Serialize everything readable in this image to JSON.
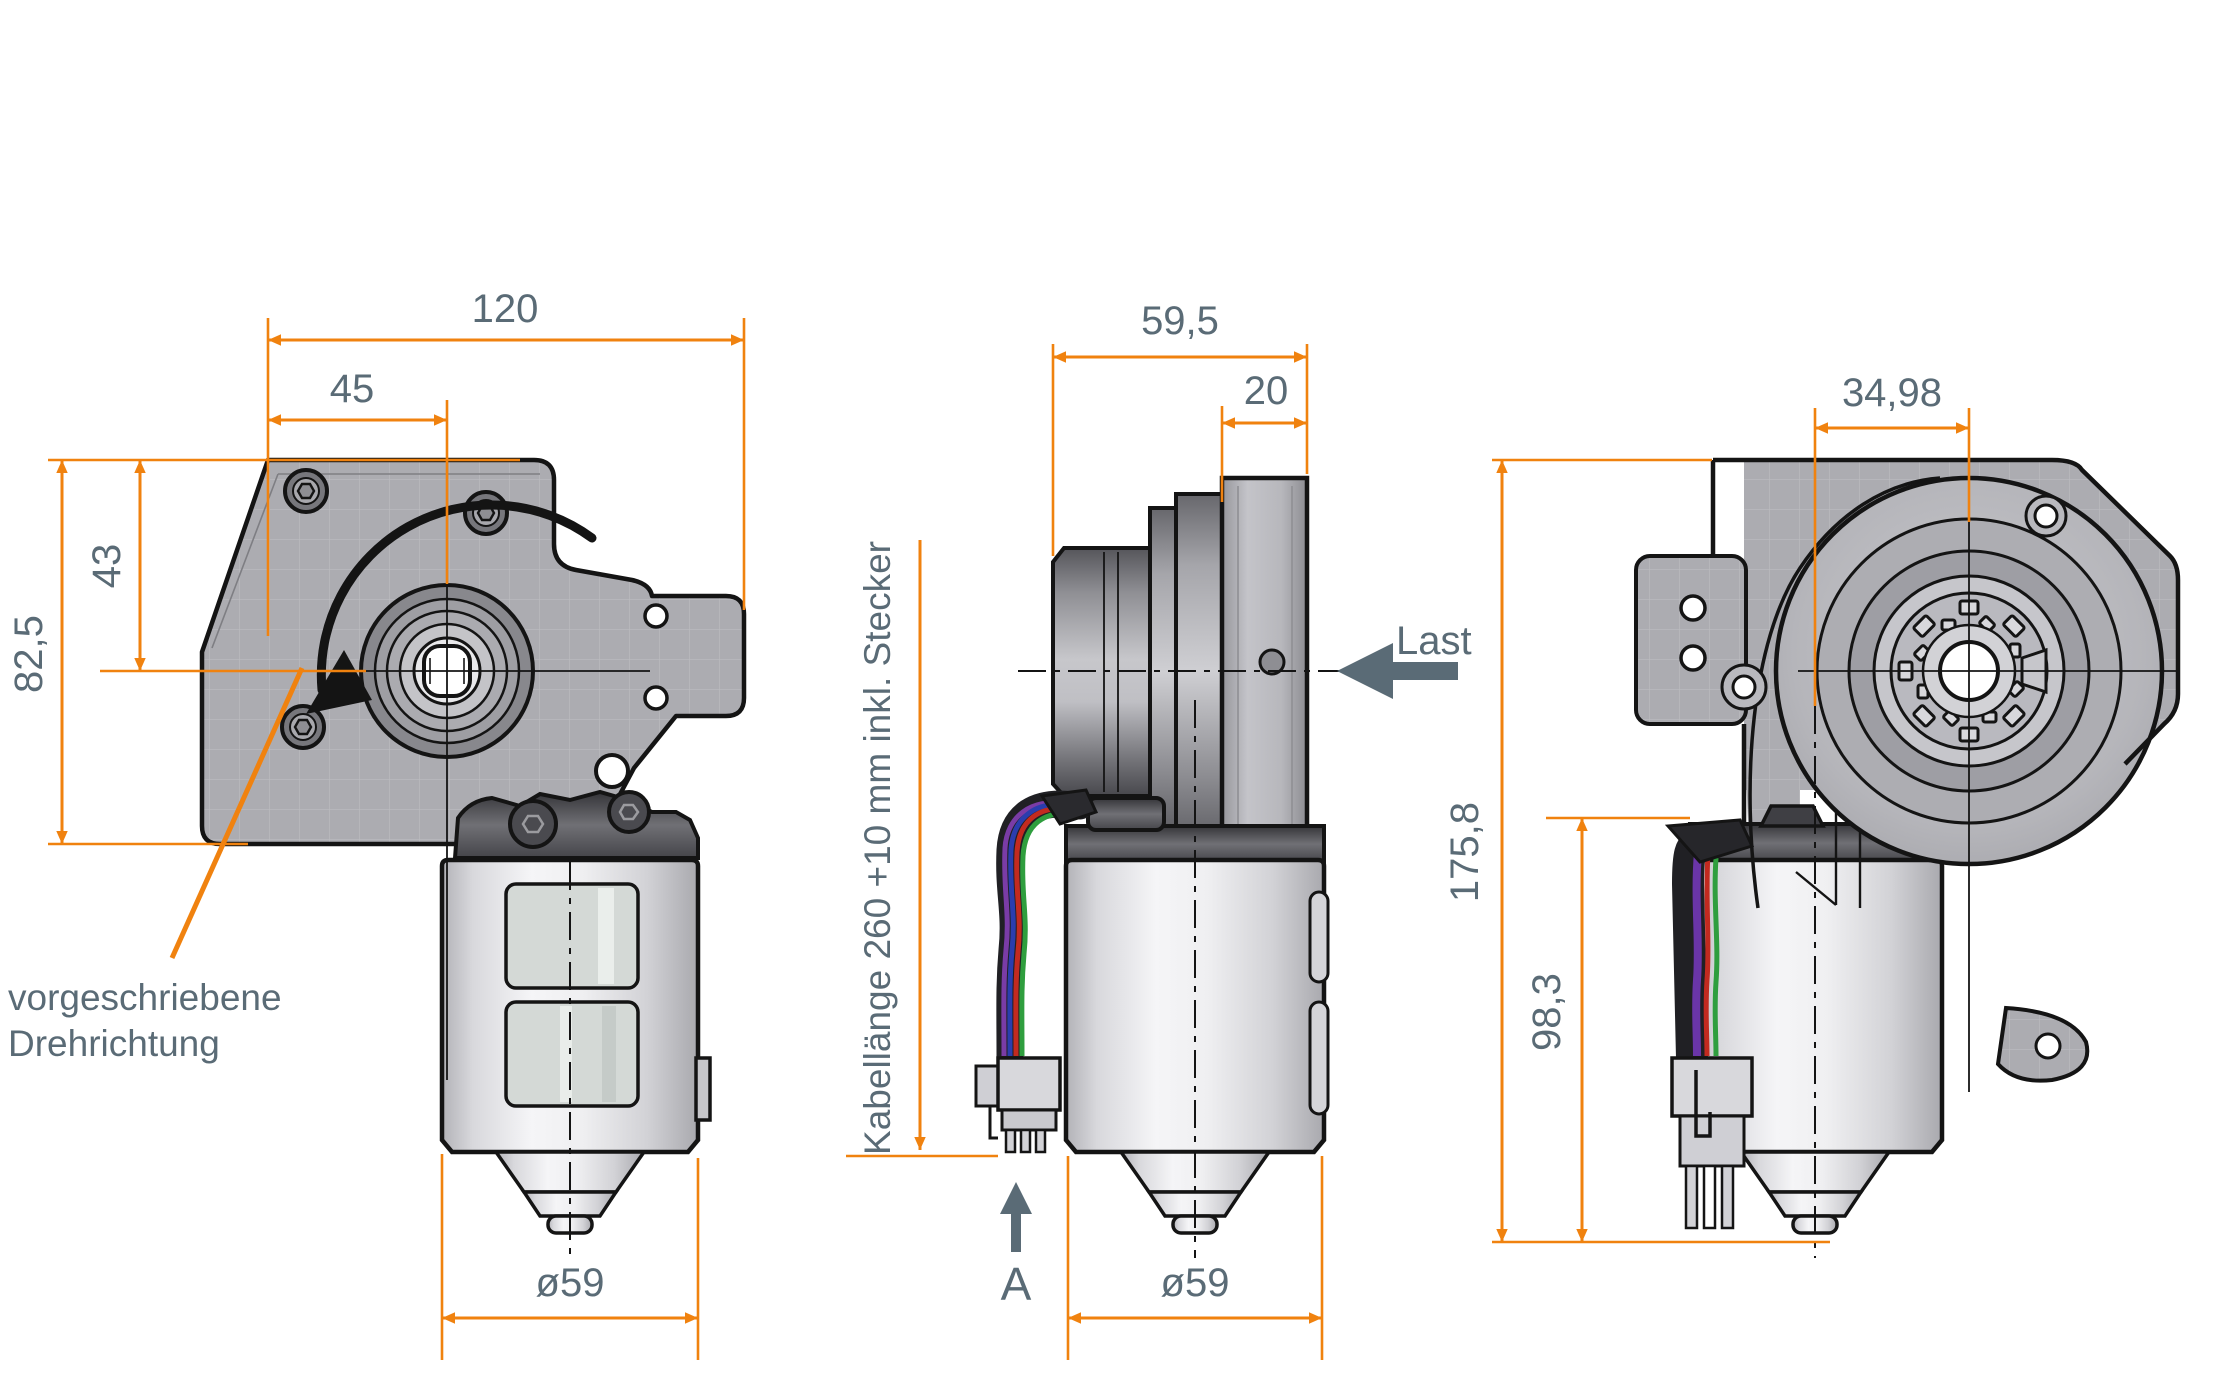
{
  "document": {
    "type": "technical-drawing",
    "background": "#ffffff"
  },
  "colors": {
    "dimension": "#F0820F",
    "label_text": "#5A6B76",
    "outline": "#141414",
    "plate_gray": "#ACACB1"
  },
  "views": {
    "front": {
      "dims": {
        "total_width": "120",
        "shaft_offset_x": "45",
        "shaft_offset_y": "43",
        "mount_plate_height": "82,5",
        "motor_diameter": "ø59"
      },
      "rotation_note": {
        "line1": "vorgeschriebene",
        "line2": "Drehrichtung"
      }
    },
    "side": {
      "dims": {
        "total_depth": "59,5",
        "mount_plate_thickness": "20",
        "motor_diameter": "ø59"
      },
      "labels": {
        "load": "Last",
        "cable": "Kabellänge 260 +10 mm inkl. Stecker",
        "section": "A"
      }
    },
    "rear": {
      "dims": {
        "shaft_to_motor_axis": "34,98",
        "total_height": "175,8",
        "motor_assembly_height": "98,3"
      }
    }
  }
}
